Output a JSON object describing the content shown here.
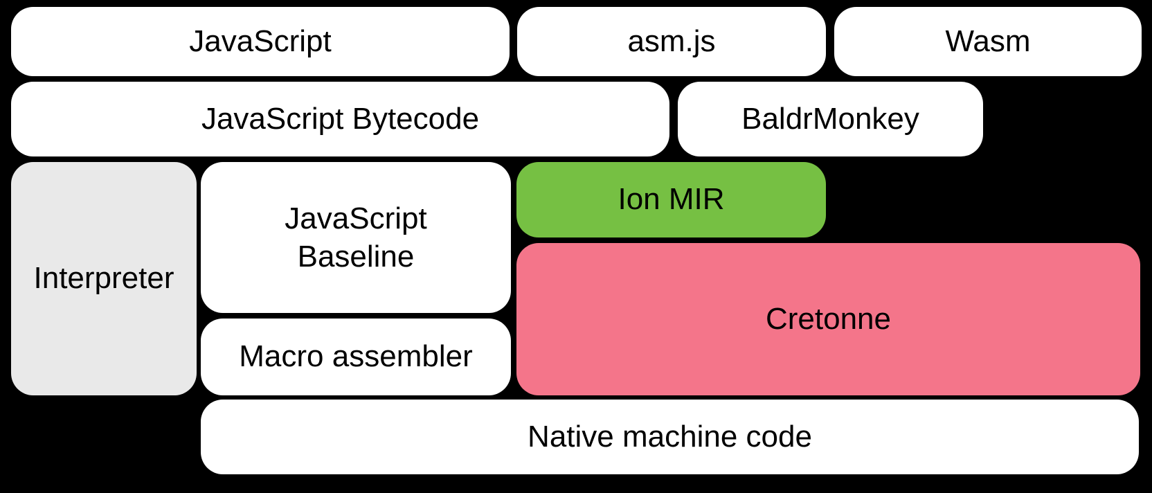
{
  "colors": {
    "background": "#000000",
    "text": "#000000",
    "box_white": "#ffffff",
    "box_gray": "#e9e9e9",
    "box_green": "#76c043",
    "box_pink": "#f4758a"
  },
  "boxes": [
    {
      "id": "javascript",
      "label": "JavaScript",
      "color": "white"
    },
    {
      "id": "asmjs",
      "label": "asm.js",
      "color": "white"
    },
    {
      "id": "wasm",
      "label": "Wasm",
      "color": "white"
    },
    {
      "id": "bytecode",
      "label": "JavaScript Bytecode",
      "color": "white"
    },
    {
      "id": "baldrmonkey",
      "label": "BaldrMonkey",
      "color": "white"
    },
    {
      "id": "interpreter",
      "label": "Interpreter",
      "color": "gray"
    },
    {
      "id": "baseline",
      "label": "JavaScript Baseline",
      "color": "white"
    },
    {
      "id": "ionmir",
      "label": "Ion MIR",
      "color": "green"
    },
    {
      "id": "cretonne",
      "label": "Cretonne",
      "color": "pink"
    },
    {
      "id": "macroassembler",
      "label": "Macro assembler",
      "color": "white"
    },
    {
      "id": "nativecode",
      "label": "Native machine code",
      "color": "white"
    }
  ]
}
